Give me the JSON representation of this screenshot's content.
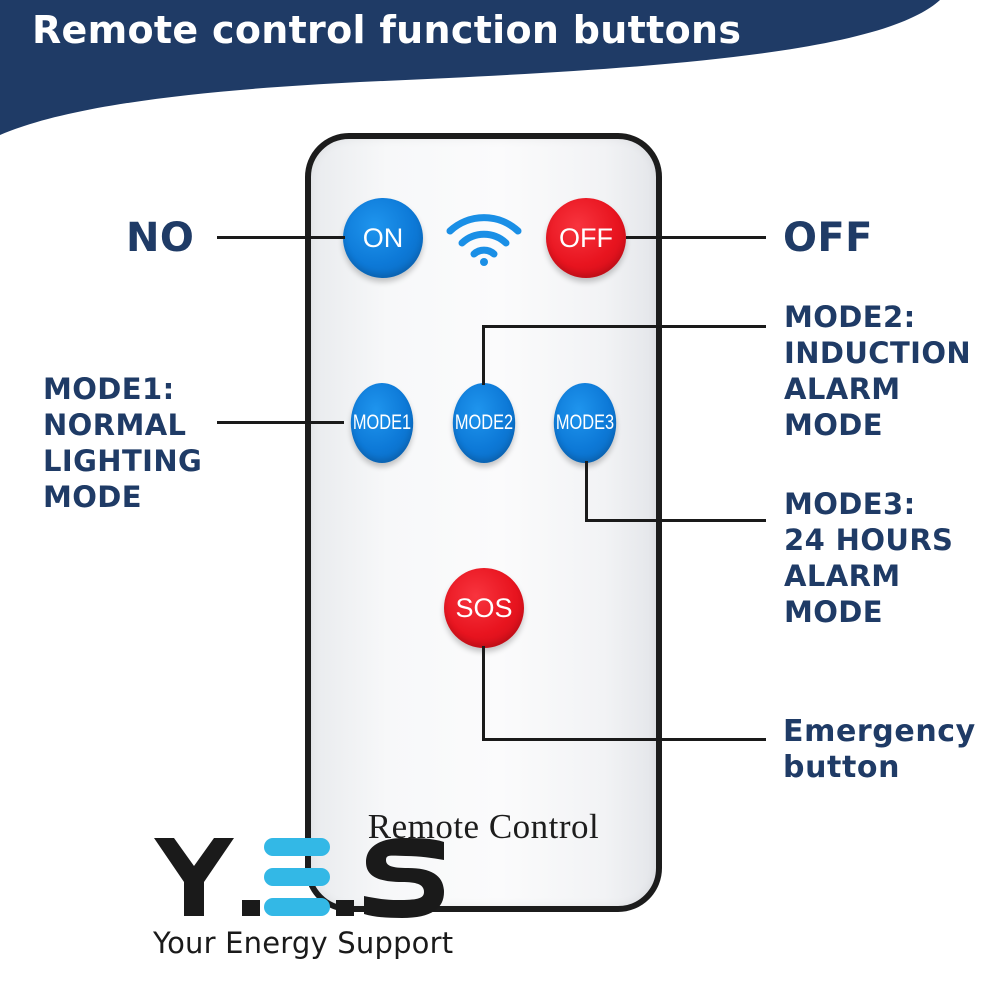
{
  "header": {
    "title": "Remote control function buttons",
    "background_color": "#1f3b66"
  },
  "remote": {
    "label": "Remote Control",
    "buttons": {
      "on": "ON",
      "off": "OFF",
      "mode1": "MODE1",
      "mode2": "MODE2",
      "mode3": "MODE3",
      "sos": "SOS"
    },
    "signal_icon": "wifi-signal-icon"
  },
  "callouts": {
    "on": "NO",
    "off": "OFF",
    "mode1": [
      "MODE1:",
      "NORMAL",
      "LIGHTING",
      "MODE"
    ],
    "mode2": [
      "MODE2:",
      "INDUCTION",
      "ALARM",
      "MODE"
    ],
    "mode3": [
      "MODE3:",
      "24 HOURS",
      "ALARM",
      "MODE"
    ],
    "sos": [
      "Emergency",
      "button"
    ]
  },
  "brand": {
    "logo_text": "Y.E.S",
    "tagline": "Your Energy Support"
  },
  "colors": {
    "callout_text": "#1f3b66",
    "blue_button": "#0d79d7",
    "red_button": "#e8141f",
    "logo_accent": "#33b8e6"
  }
}
